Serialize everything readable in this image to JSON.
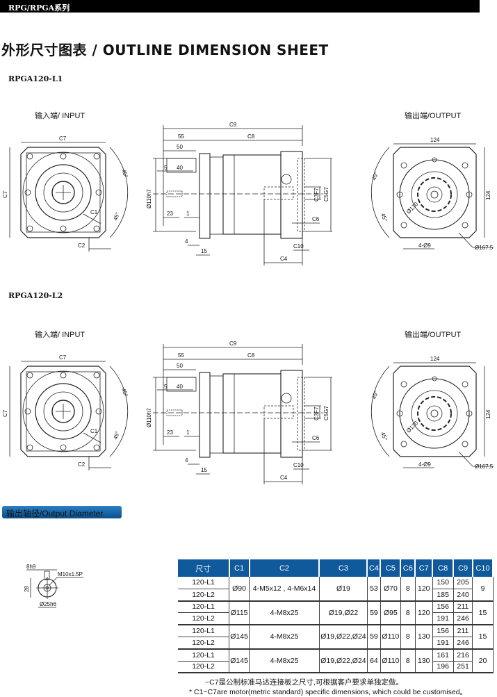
{
  "header": {
    "series": "RPG/RPGA系列",
    "title": "外形尺寸图表 / OUTLINE DIMENSION SHEET"
  },
  "sections": [
    {
      "model": "RPGA120-L1",
      "input_label": "输入端/ INPUT",
      "output_label": "输出端/OUTPUT",
      "dims": {
        "c7": "C7",
        "c7v": "C7",
        "c1": "C1",
        "c2": "C2",
        "a45a": "45°",
        "a45b": "45°",
        "c9": "C9",
        "d55": "55",
        "c8": "C8",
        "d50": "50",
        "d5": "5",
        "d40": "40",
        "d110": "Ø110h7",
        "d23": "23",
        "d1": "1",
        "d4": "4",
        "d15": "15",
        "c3": "C3F7",
        "c5": "C5G7",
        "c6": "C6",
        "c10": "C10",
        "c4": "C4",
        "d124": "124",
        "d124v": "124",
        "ra45a": "45°",
        "ra45b": "45°",
        "d130": "Ø130",
        "d9": "4-Ø9",
        "d167": "Ø167.5"
      }
    },
    {
      "model": "RPGA120-L2",
      "input_label": "输入端/ INPUT",
      "output_label": "输出端/OUTPUT",
      "dims": {
        "c7": "C7",
        "c7v": "C7",
        "c1": "C1",
        "c2": "C2",
        "a45a": "45°",
        "a45b": "45°",
        "c9": "C9",
        "d55": "55",
        "c8": "C8",
        "d50": "50",
        "d5": "5",
        "d40": "40",
        "d110": "Ø110h7",
        "d23": "23",
        "d1": "1",
        "d4": "4",
        "d15": "15",
        "c3": "C3F7",
        "c5": "C5G7",
        "c6": "C6",
        "c10": "C10",
        "c4": "C4",
        "d124": "124",
        "d124v": "124",
        "ra45a": "45°",
        "ra45b": "45°",
        "d130": "Ø130",
        "d9": "4-Ø9",
        "d167": "Ø167,5"
      }
    }
  ],
  "output_diameter": {
    "badge": "输出轴径/Output Diameter",
    "key": "8h9",
    "thread": "M10x1.5P",
    "height": "28",
    "dia": "Ø25h6"
  },
  "table": {
    "headers": [
      "尺寸",
      "C1",
      "C2",
      "C3",
      "C4",
      "C5",
      "C6",
      "C7",
      "C8",
      "C9",
      "C10"
    ],
    "groups": [
      {
        "rows": [
          {
            "size": "120-L1",
            "c8": "150",
            "c9": "205"
          },
          {
            "size": "120-L2",
            "c8": "185",
            "c9": "240"
          }
        ],
        "c1": "Ø90",
        "c2": "4-M5x12 , 4-M6x14",
        "c3": "Ø19",
        "c4": "53",
        "c5": "Ø70",
        "c6": "8",
        "c7": "120",
        "c10": "9"
      },
      {
        "rows": [
          {
            "size": "120-L1",
            "c8": "156",
            "c9": "211"
          },
          {
            "size": "120-L2",
            "c8": "191",
            "c9": "246"
          }
        ],
        "c1": "Ø115",
        "c2": "4-M8x25",
        "c3": "Ø19,Ø22",
        "c4": "59",
        "c5": "Ø95",
        "c6": "8",
        "c7": "120",
        "c10": "15"
      },
      {
        "rows": [
          {
            "size": "120-L1",
            "c8": "156",
            "c9": "211"
          },
          {
            "size": "120-L2",
            "c8": "191",
            "c9": "246"
          }
        ],
        "c1": "Ø145",
        "c2": "4-M8x25",
        "c3": "Ø19,Ø22,Ø24",
        "c4": "59",
        "c5": "Ø110",
        "c6": "8",
        "c7": "130",
        "c10": "15"
      },
      {
        "rows": [
          {
            "size": "120-L1",
            "c8": "161",
            "c9": "216"
          },
          {
            "size": "120-L2",
            "c8": "196",
            "c9": "251"
          }
        ],
        "c1": "Ø145",
        "c2": "4-M8x25",
        "c3": "Ø19,Ø22,Ø24",
        "c4": "64",
        "c5": "Ø110",
        "c6": "8",
        "c7": "130",
        "c10": "20"
      }
    ]
  },
  "notes": [
    "~C7是公制标准马达连接板之尺寸,可根据客户要求单独定做。",
    "* C1~C7are motor(metric standard)  specific dimensions, which could be customised。"
  ]
}
